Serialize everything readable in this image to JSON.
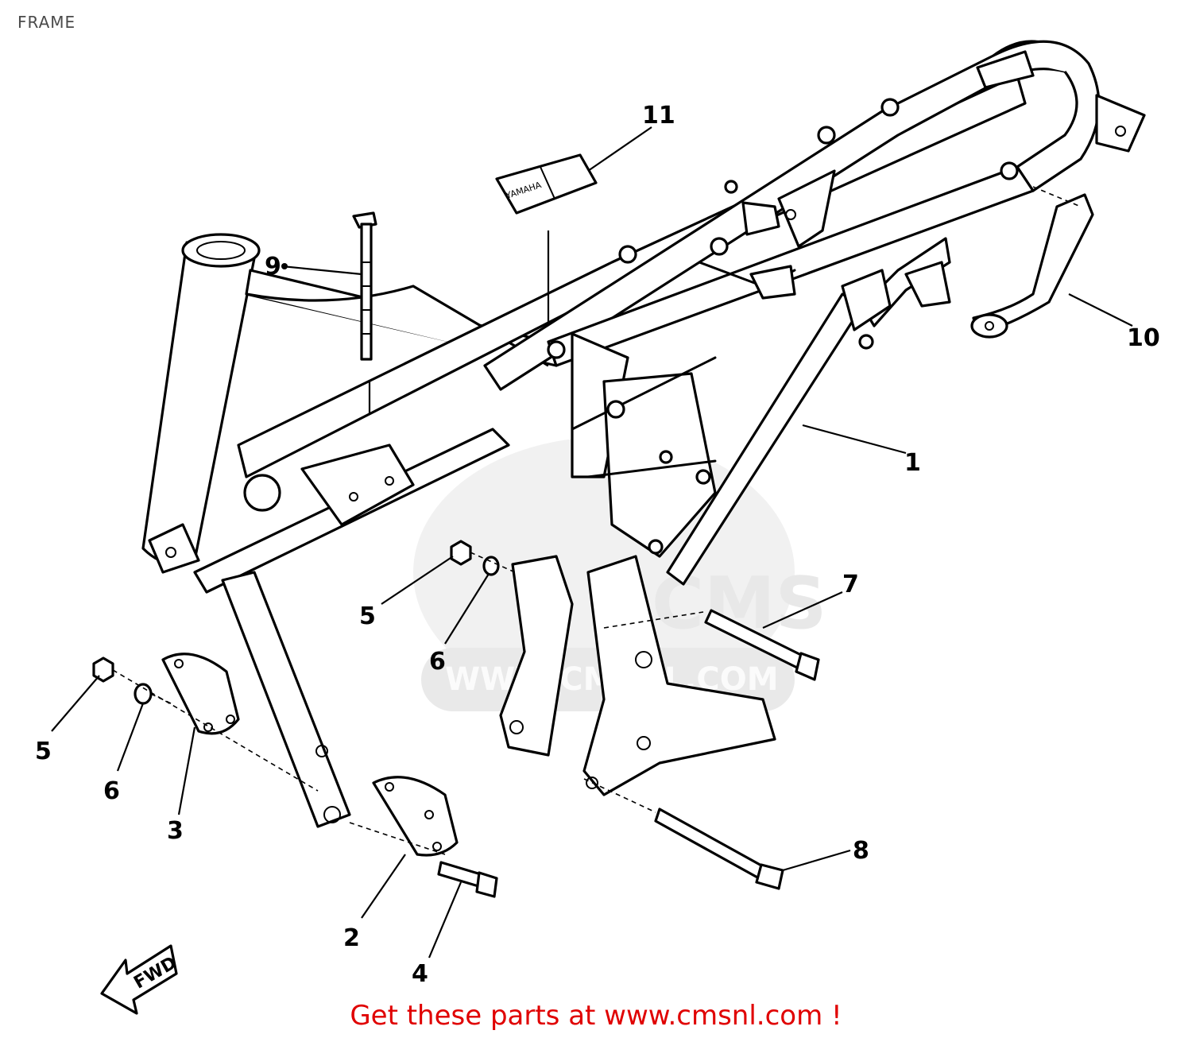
{
  "page": {
    "title": "FRAME"
  },
  "watermark": {
    "brand": "CMS",
    "url": "WWW.CMSNL.COM"
  },
  "badges": {
    "rectifier": "YAMAHA",
    "forward_arrow": "FWD"
  },
  "callouts": [
    {
      "id": "1",
      "label": "1",
      "part": "frame"
    },
    {
      "id": "2",
      "label": "2",
      "part": "front-engine-bracket-right"
    },
    {
      "id": "3",
      "label": "3",
      "part": "front-engine-bracket-left"
    },
    {
      "id": "4",
      "label": "4",
      "part": "bolt"
    },
    {
      "id": "5a",
      "label": "5",
      "part": "nut"
    },
    {
      "id": "5b",
      "label": "5",
      "part": "nut"
    },
    {
      "id": "6a",
      "label": "6",
      "part": "spring-washer"
    },
    {
      "id": "6b",
      "label": "6",
      "part": "spring-washer"
    },
    {
      "id": "7",
      "label": "7",
      "part": "bolt"
    },
    {
      "id": "8",
      "label": "8",
      "part": "bolt"
    },
    {
      "id": "9",
      "label": "9",
      "part": "band"
    },
    {
      "id": "10",
      "label": "10",
      "part": "rear-stay"
    },
    {
      "id": "11",
      "label": "11",
      "part": "damper"
    }
  ],
  "footer": {
    "link_text": "Get these parts at www.cmsnl.com !"
  },
  "colors": {
    "title": "#4a4a4a",
    "lines": "#000000",
    "watermark": "#e8e8e8",
    "footer_link": "#e00000"
  }
}
